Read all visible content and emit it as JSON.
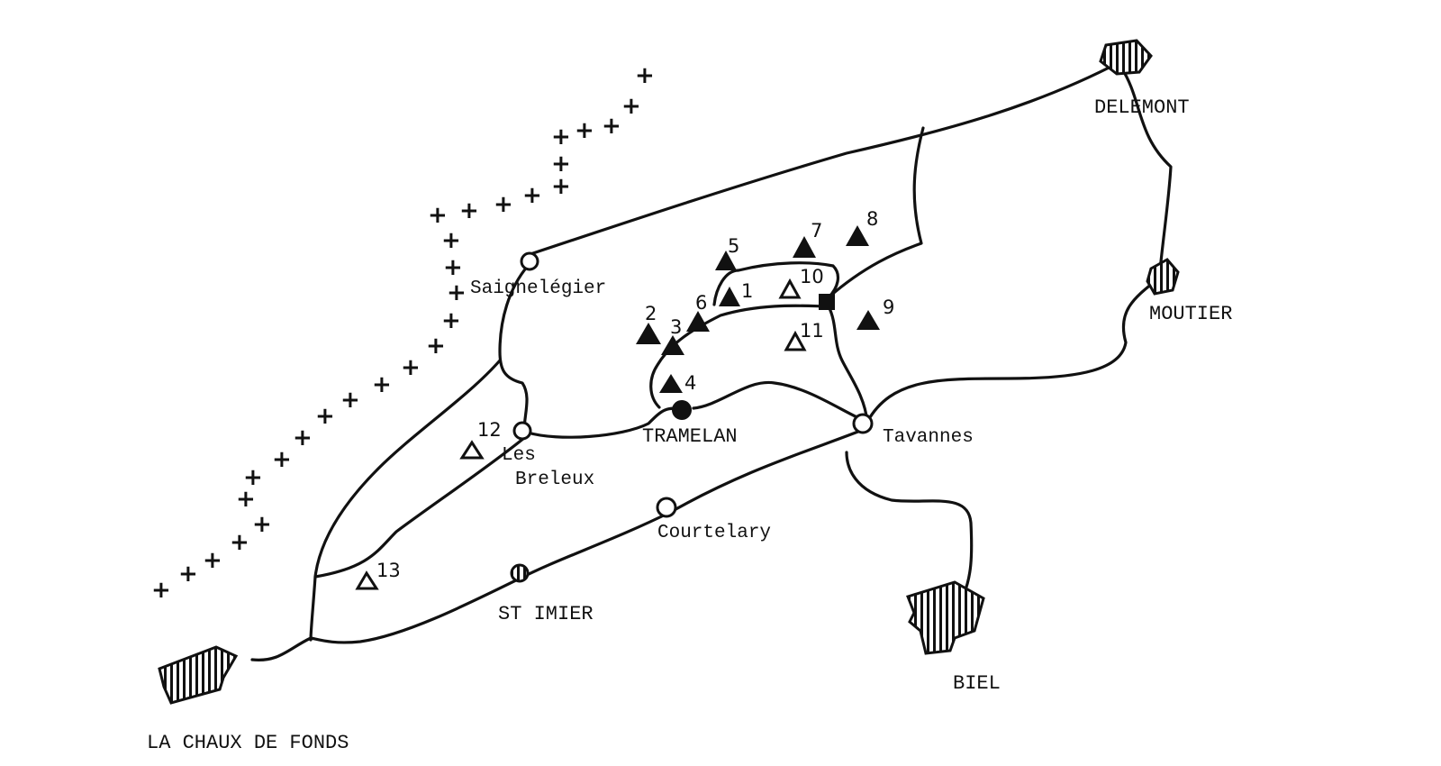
{
  "map": {
    "towns": {
      "delemont": "DELEMONT",
      "moutier": "MOUTIER",
      "saignelegier": "Saignelégier",
      "tramelan": "TRAMELAN",
      "tavannes": "Tavannes",
      "les": "Les",
      "breleux": "Breleux",
      "courtelary": "Courtelary",
      "st_imier": "ST IMIER",
      "biel": "BIEL",
      "la_chaux_de_fonds": "LA CHAUX DE FONDS"
    },
    "sites": {
      "filled": [
        "1",
        "2",
        "3",
        "4",
        "5",
        "6",
        "7",
        "8",
        "9"
      ],
      "open": [
        "10",
        "11",
        "12",
        "13"
      ]
    },
    "border_symbol": "+",
    "symbol_types": {
      "large_town": "hatched-polygon",
      "village": "open-circle",
      "tramelan": "filled-circle",
      "st_imier": "hatched-circle",
      "site_filled": "filled-triangle",
      "site_open": "open-triangle",
      "site_square": "filled-square",
      "border": "cross-line"
    }
  }
}
